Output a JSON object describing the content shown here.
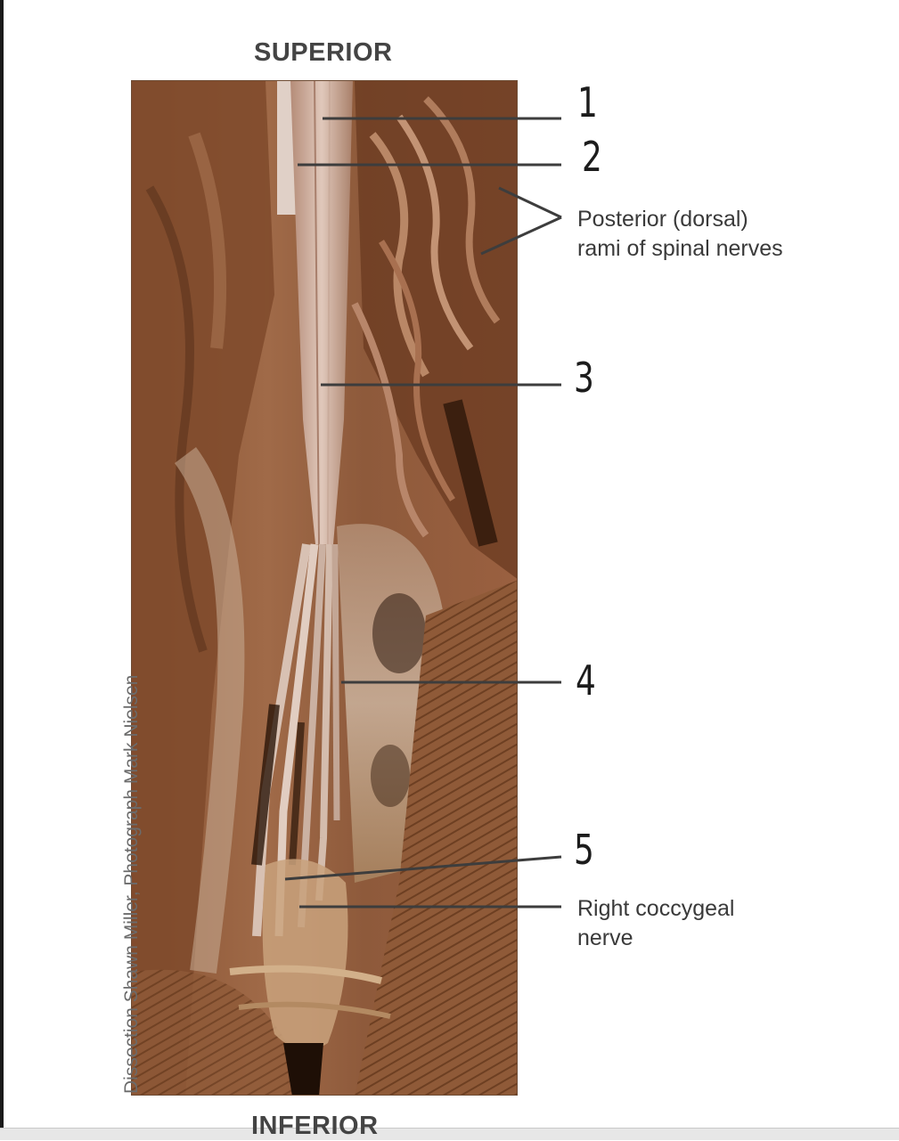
{
  "orientation": {
    "top_label": "SUPERIOR",
    "bottom_label": "INFERIOR"
  },
  "credit": "Dissection Shawn Miller, Photograph Mark Nielsen",
  "handwritten_numbers": [
    "1",
    "2",
    "3",
    "4",
    "5"
  ],
  "labels": {
    "rami_line1": "Posterior (dorsal)",
    "rami_line2": "rami of spinal nerves",
    "coccygeal_line1": "Right coccygeal",
    "coccygeal_line2": "nerve"
  },
  "colors": {
    "tissue_dark": "#6e3f24",
    "tissue_mid": "#9c6442",
    "tissue_light": "#c49a7a",
    "nerve_pale": "#d9c3b6",
    "leader_line": "#3d3d3d"
  }
}
